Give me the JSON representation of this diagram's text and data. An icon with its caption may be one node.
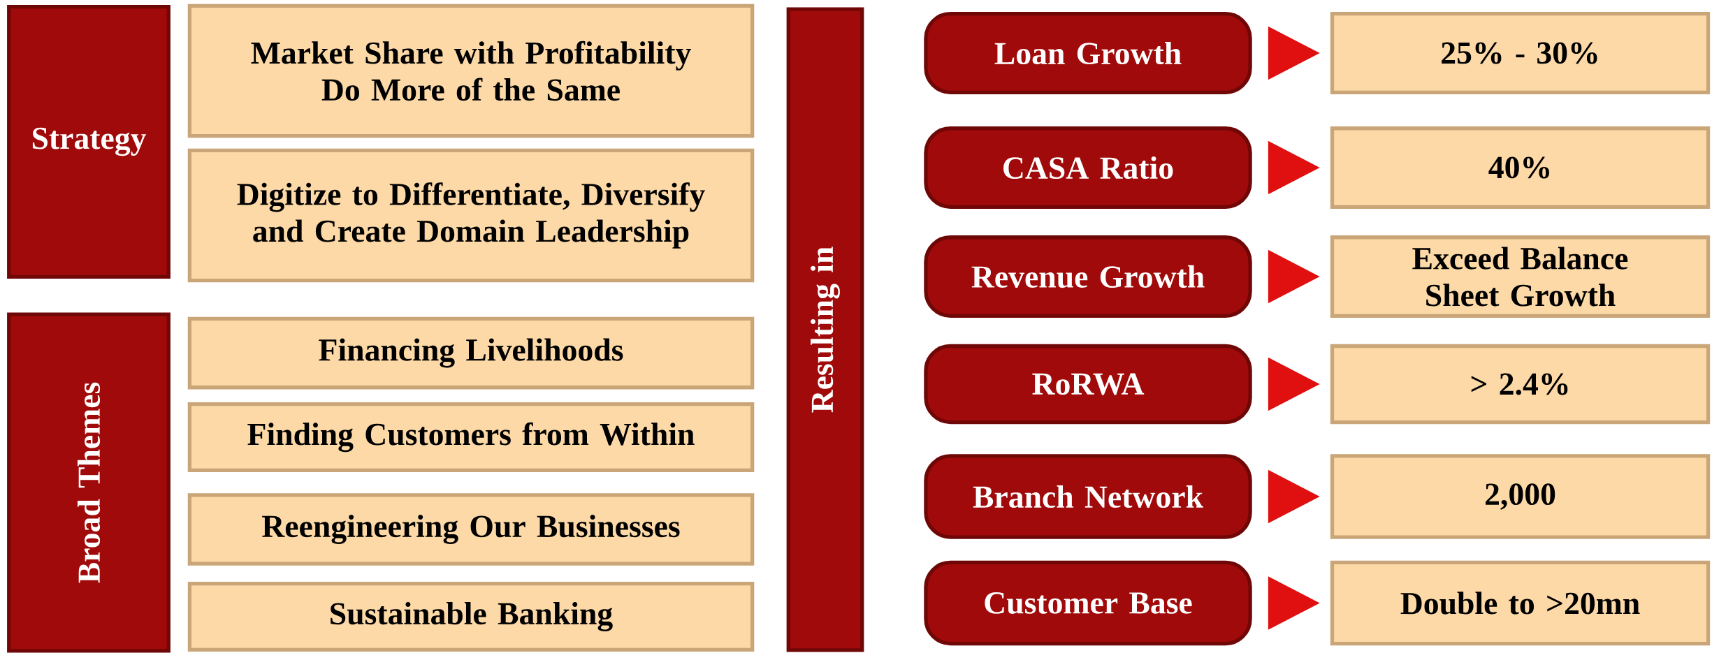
{
  "diagram": {
    "nodes": [
      {
        "text": [
          "Strategy"
        ]
      },
      {
        "text": [
          "Market Share with Profitability Do More of the Same"
        ]
      },
      {
        "text": [
          "Digitize to Differentiate, Diversify and Create Domain Leadership"
        ]
      },
      {
        "text": [
          "Broad Themes"
        ]
      },
      {
        "text": [
          "Financing Livelihoods"
        ]
      },
      {
        "text": [
          "Finding Customers from Within"
        ]
      },
      {
        "text": [
          "Reengineering Our Businesses"
        ]
      },
      {
        "text": [
          "Sustainable Banking"
        ]
      },
      {
        "text": [
          "Resulting in"
        ]
      },
      {
        "text": [
          "Loan Growth"
        ]
      },
      {
        "text": [
          "25% - 30%"
        ]
      },
      {
        "text": [
          "CASA Ratio"
        ]
      },
      {
        "text": [
          "40%"
        ]
      },
      {
        "text": [
          "Revenue Growth"
        ]
      },
      {
        "text": [
          "Exceed Balance Sheet Growth"
        ]
      },
      {
        "text": [
          "RoRWA"
        ]
      },
      {
        "text": [
          "> 2.4%"
        ]
      },
      {
        "text": [
          "Branch Network"
        ]
      },
      {
        "text": [
          "2,000"
        ]
      },
      {
        "text": [
          "Customer Base"
        ]
      },
      {
        "text": [
          "Double to >20mn"
        ]
      }
    ],
    "edges": [
      {
        "from": 9,
        "to": 10,
        "arrow": "to"
      },
      {
        "from": 11,
        "to": 12,
        "arrow": "to"
      },
      {
        "from": 13,
        "to": 14,
        "arrow": "to"
      },
      {
        "from": 15,
        "to": 16,
        "arrow": "to"
      },
      {
        "from": 17,
        "to": 18,
        "arrow": "to"
      },
      {
        "from": 19,
        "to": 20,
        "arrow": "to"
      }
    ]
  }
}
